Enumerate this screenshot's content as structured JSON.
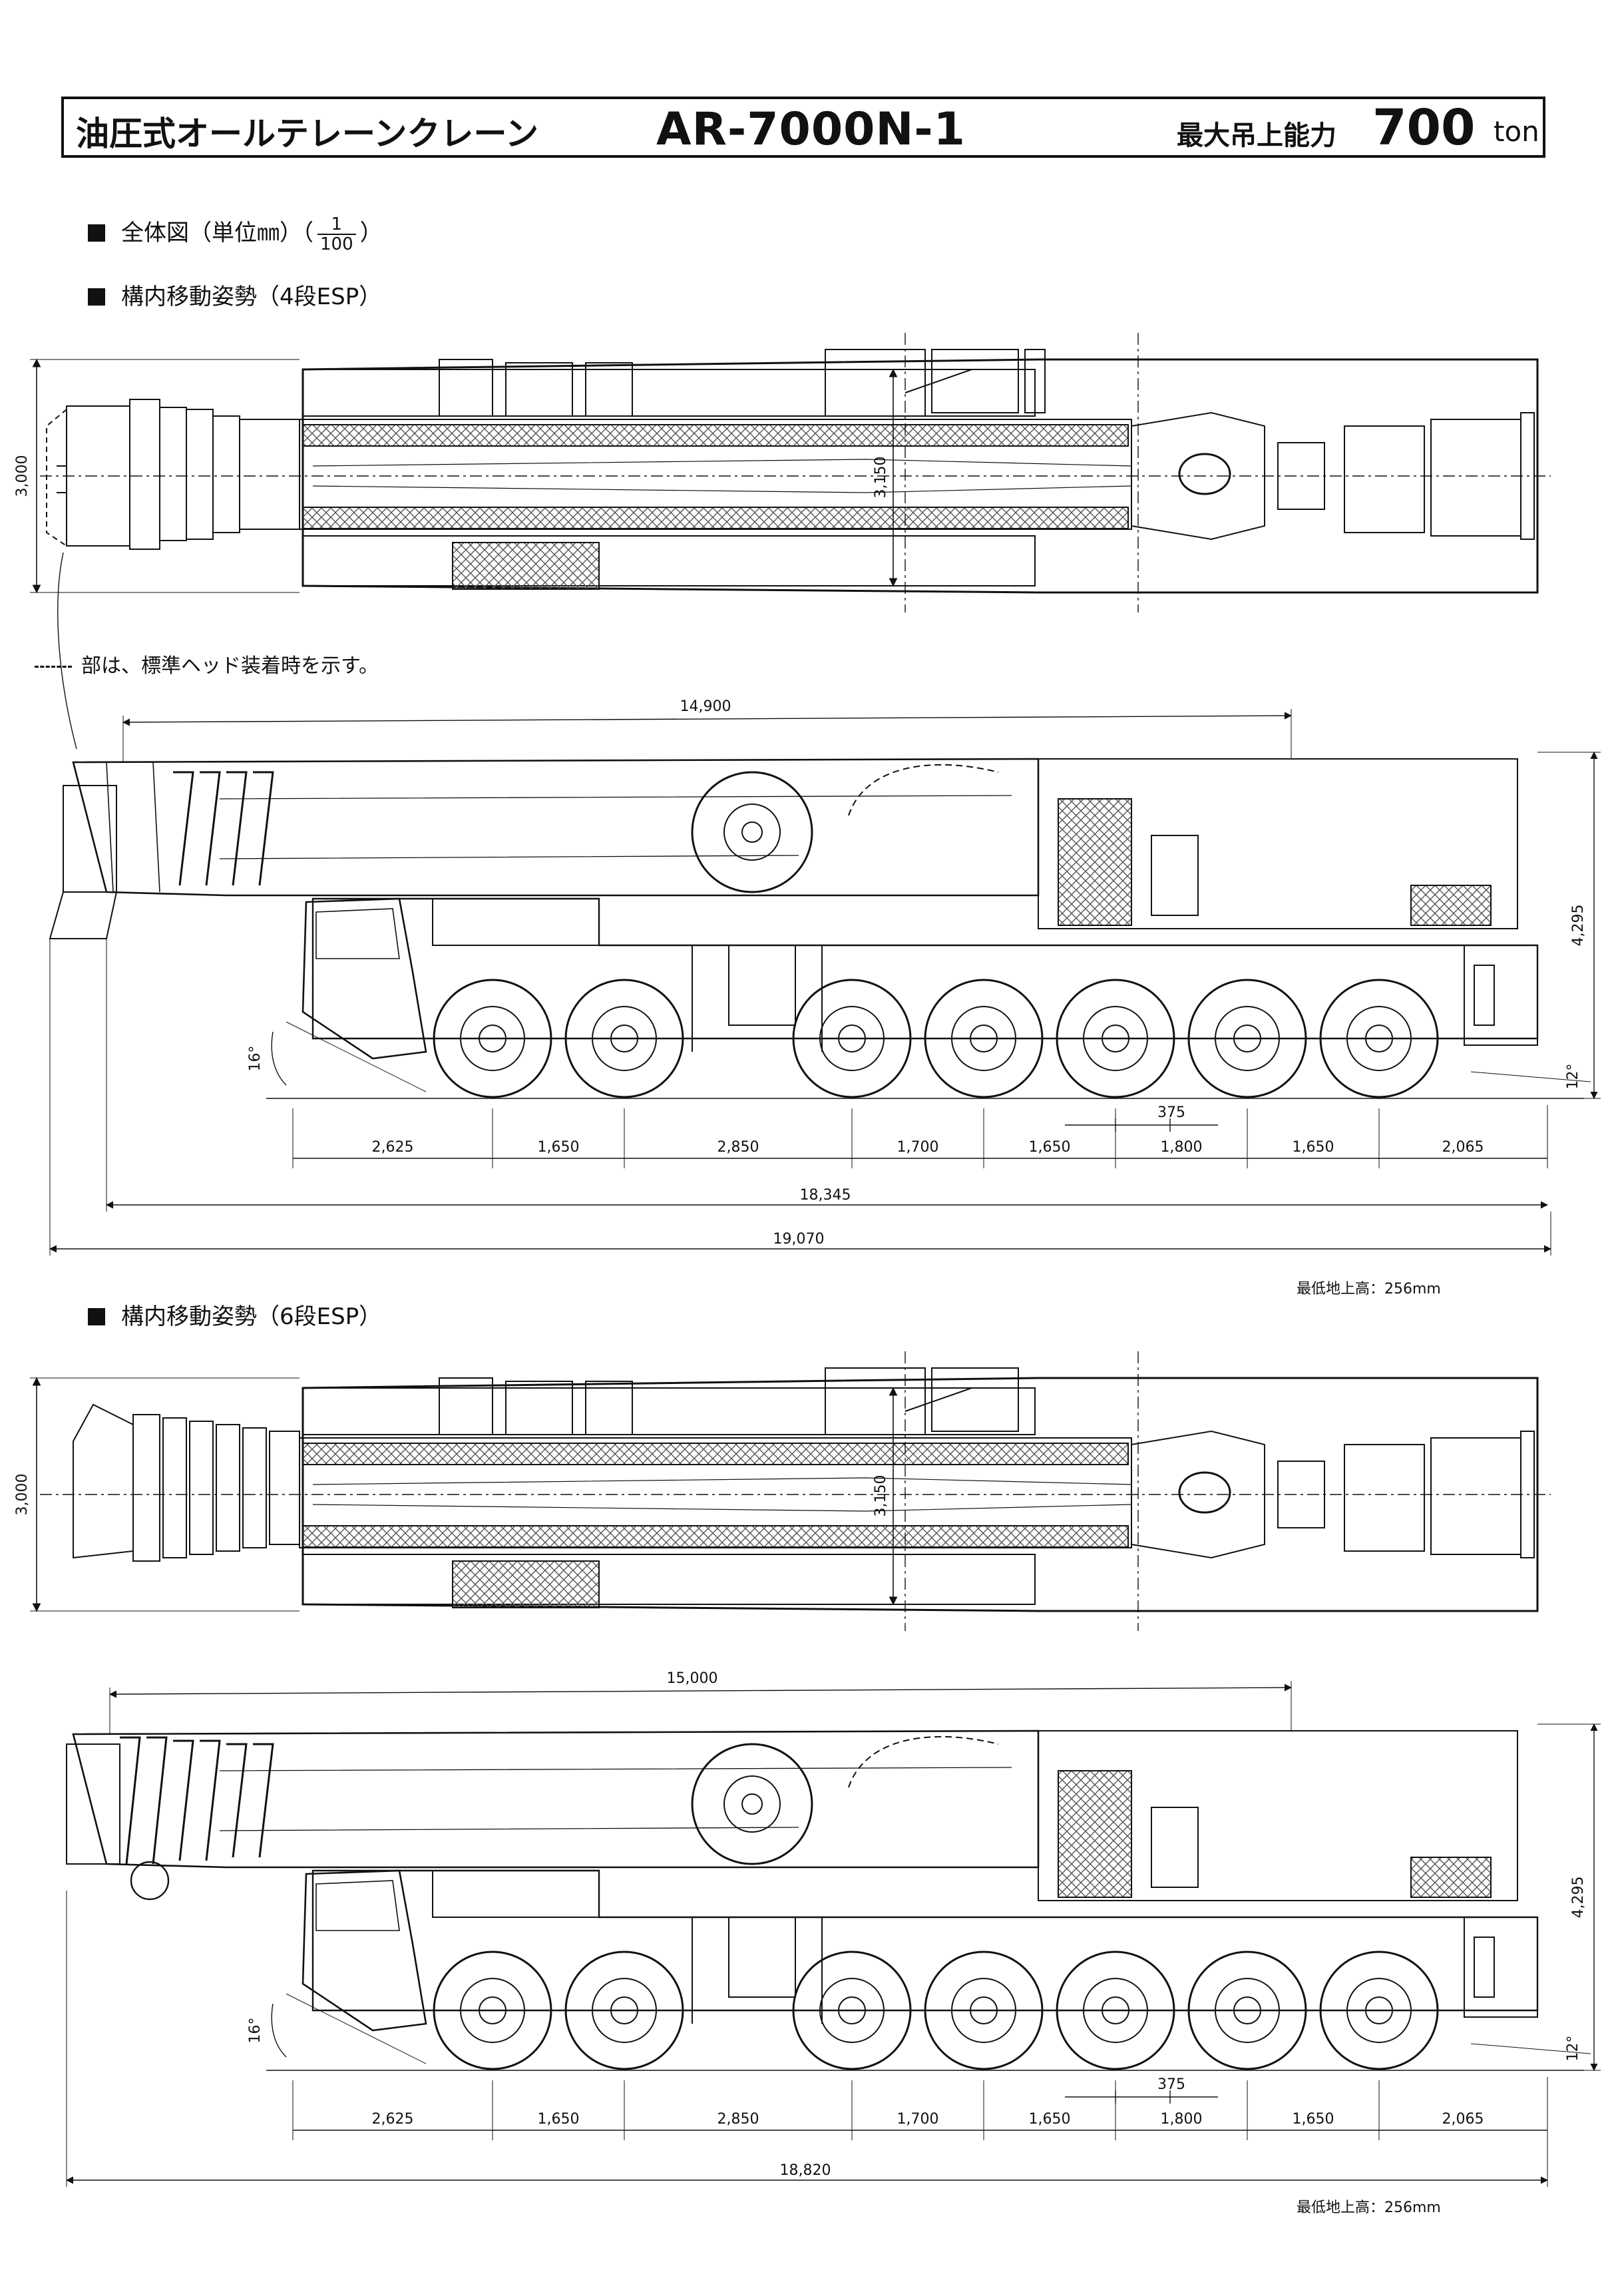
{
  "header": {
    "title_jp": "油圧式オールテレーンクレーン",
    "model": "AR-7000N-1",
    "capacity_label": "最大吊上能力",
    "capacity_value": "700",
    "capacity_unit": "ton"
  },
  "overview_heading": {
    "text": "全体図（単位㎜）（",
    "frac_num": "1",
    "frac_den": "100",
    "close": "）"
  },
  "section1": {
    "heading": "構内移動姿勢（4段ESP）",
    "plan_width": "3,000",
    "plan_track": "3,150",
    "side_boom_length": "14,900",
    "side_height": "4,295",
    "approach_angle": "16°",
    "departure_angle": "12°",
    "offset": "375",
    "axle_spacings": [
      "2,625",
      "1,650",
      "2,850",
      "1,700",
      "1,650",
      "1,800",
      "1,650",
      "2,065"
    ],
    "wheelbase_total": "18,345",
    "overall_length": "19,070",
    "ground_clearance": "最低地上高：256mm"
  },
  "legend_note": "部は、標準ヘッド装着時を示す。",
  "section2": {
    "heading": "構内移動姿勢（6段ESP）",
    "plan_width": "3,000",
    "plan_track": "3,150",
    "side_boom_length": "15,000",
    "side_height": "4,295",
    "approach_angle": "16°",
    "departure_angle": "12°",
    "offset": "375",
    "axle_spacings": [
      "2,625",
      "1,650",
      "2,850",
      "1,700",
      "1,650",
      "1,800",
      "1,650",
      "2,065"
    ],
    "overall_length": "18,820",
    "ground_clearance": "最低地上高：256mm"
  },
  "colors": {
    "ink": "#111111",
    "hatch": "#555555",
    "paper": "#ffffff"
  }
}
